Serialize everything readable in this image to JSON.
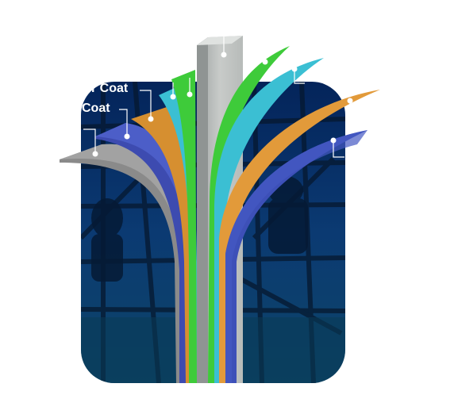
{
  "diagram": {
    "layers": [
      {
        "id": "base-steel",
        "color": "#c9ccc9"
      },
      {
        "id": "green-outer",
        "color": "#3ecb3a"
      },
      {
        "id": "cyan-outer",
        "color": "#3bbfd3"
      },
      {
        "id": "orange-outer",
        "color": "#e29a3a"
      },
      {
        "id": "blue-outer",
        "color": "#3d50b8"
      },
      {
        "id": "green-inner",
        "color": "#3ecb3a"
      },
      {
        "id": "cyan-inner",
        "color": "#3bbfd3"
      },
      {
        "id": "orange-inner",
        "color": "#d68f30"
      },
      {
        "id": "blue-inner",
        "color": "#3d4bb0"
      },
      {
        "id": "grey-inner",
        "color": "#8a8a8a"
      }
    ],
    "labels": {
      "primer_coat": "r Coat",
      "coat": "Coat"
    },
    "colors": {
      "background_dark": "#0a2d5c",
      "connector": "#ffffff"
    }
  }
}
